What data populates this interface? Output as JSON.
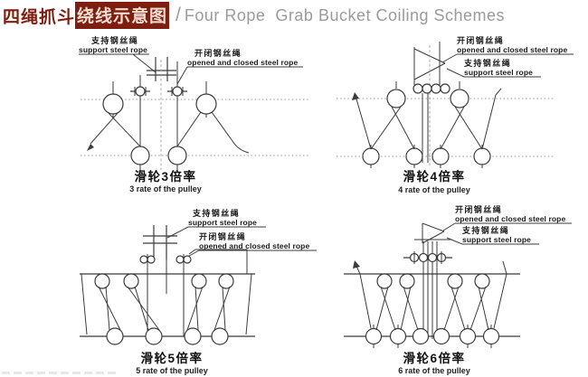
{
  "header": {
    "title_cn_plain": "四绳抓斗",
    "title_cn_highlight": "绕线示意图",
    "separator": "/",
    "title_en": "Four Rope  Grab Bucket Coiling Schemes"
  },
  "colors": {
    "accent": "#7d1e10",
    "highlight_text": "#f1ddd0",
    "title_en_gray": "#9b9b9b",
    "diagram_line": "#3b3b3b",
    "guide_dotted": "#979797"
  },
  "labels": {
    "support_cn": "支持钢丝绳",
    "support_en": "support steel rope",
    "open_close_cn": "开闭钢丝绳",
    "open_close_en": "opened and closed steel rope"
  },
  "diagrams": [
    {
      "caption_cn": "滑轮3倍率",
      "caption_en": "3 rate of the pulley"
    },
    {
      "caption_cn": "滑轮4倍率",
      "caption_en": "4 rate of the pulley"
    },
    {
      "caption_cn": "滑轮5倍率",
      "caption_en": "5 rate of the pulley"
    },
    {
      "caption_cn": "滑轮6倍率",
      "caption_en": "6 rate of the pulley"
    }
  ]
}
